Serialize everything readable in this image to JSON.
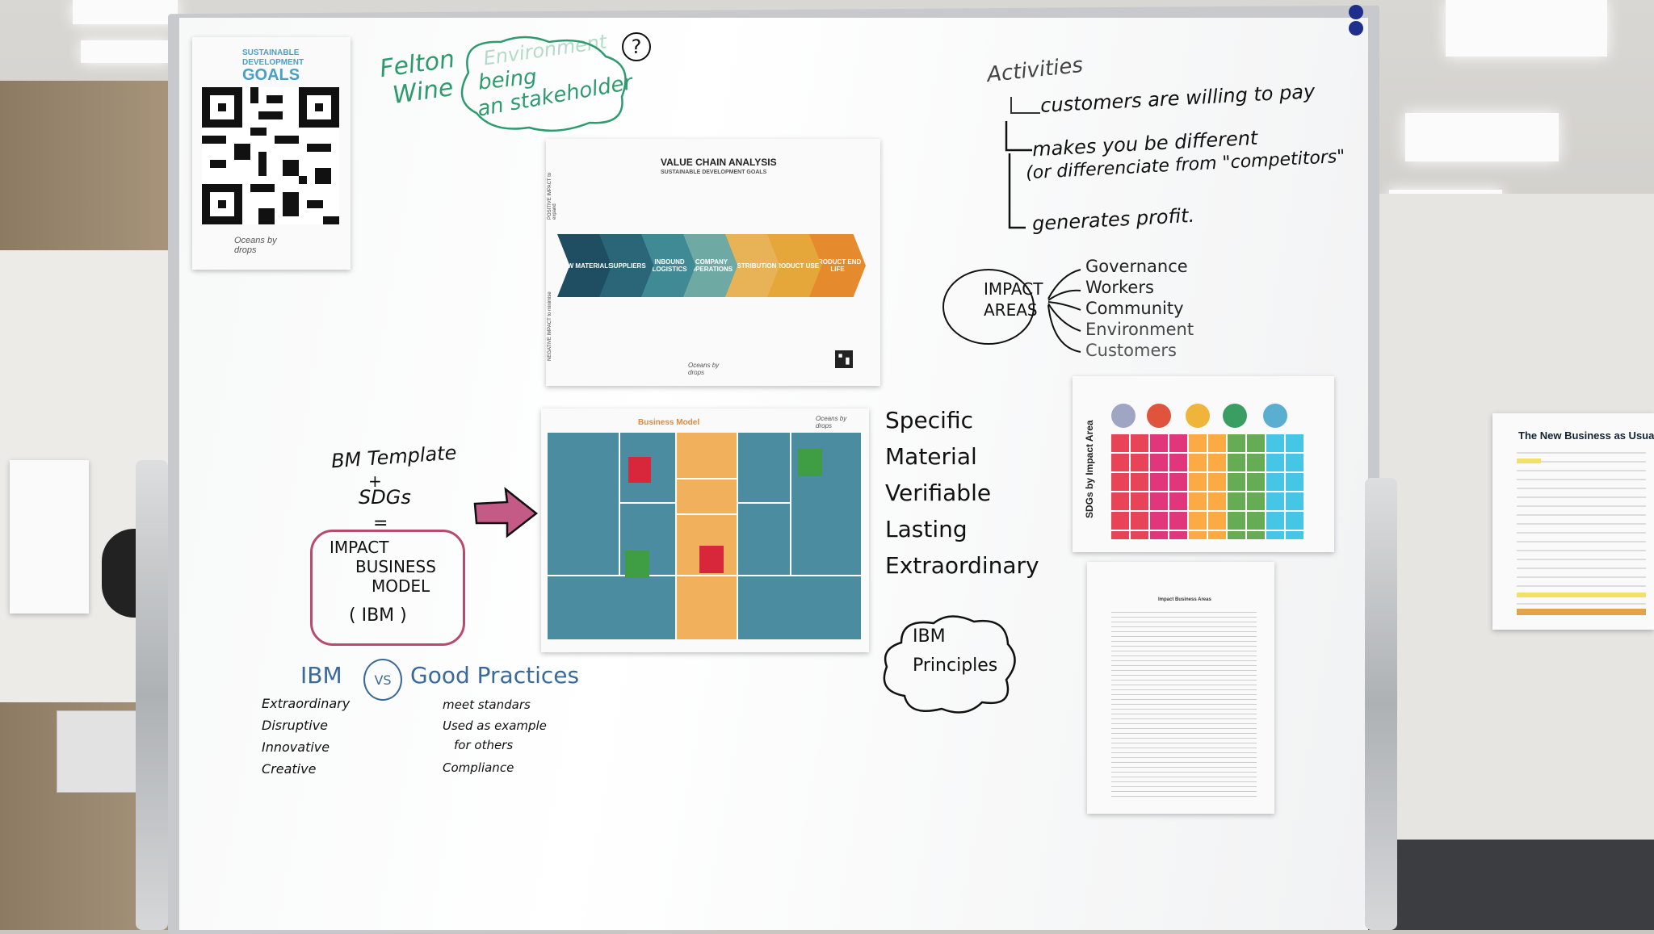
{
  "sdg_poster": {
    "header_line1": "SUSTAINABLE",
    "header_line2": "DEVELOPMENT",
    "header_line3": "GOALS",
    "footer": "Oceans by drops"
  },
  "top_notes": {
    "felton_line1": "Felton",
    "felton_line2": "Wine",
    "cloud_line1": "Environment",
    "cloud_line2": "being",
    "cloud_line3": "an stakeholder",
    "question_mark": "?"
  },
  "value_chain_poster": {
    "title": "VALUE CHAIN ANALYSIS",
    "subtitle": "SUSTAINABLE DEVELOPMENT GOALS",
    "positive_label": "POSITIVE IMPACT to expand",
    "negative_label": "NEGATIVE IMPACT to minimise",
    "stages": [
      {
        "label": "RAW MATERIALS",
        "color": "#1f4e63"
      },
      {
        "label": "SUPPLIERS",
        "color": "#2a6678"
      },
      {
        "label": "INBOUND LOGISTICS",
        "color": "#3f8a94"
      },
      {
        "label": "COMPANY OPERATIONS",
        "color": "#6fa9a3"
      },
      {
        "label": "DISTRIBUTION",
        "color": "#e8b357"
      },
      {
        "label": "PRODUCT USE",
        "color": "#e6a73a"
      },
      {
        "label": "PRODUCT END LIFE",
        "color": "#e58a2d"
      }
    ],
    "footer": "Oceans by drops"
  },
  "activities": {
    "heading": "Activities",
    "line1": "customers are willing to pay",
    "line2": "makes you be different",
    "line3": "(or differenciate from \"competitors\"",
    "line4": "generates profit."
  },
  "impact_areas": {
    "label_line1": "IMPACT",
    "label_line2": "AREAS",
    "items": [
      "Governance",
      "Workers",
      "Community",
      "Environment",
      "Customers"
    ]
  },
  "left_notes": {
    "bm_line1": "BM Template",
    "plus": "+",
    "bm_line2": "SDGs",
    "equals": "=",
    "ibm_line1": "IMPACT",
    "ibm_line2": "BUSINESS",
    "ibm_line3": "MODEL",
    "ibm_line4": "( IBM )",
    "compare_left": "IBM",
    "compare_vs": "VS",
    "compare_right": "Good Practices",
    "ibm_traits": [
      "Extraordinary",
      "Disruptive",
      "Innovative",
      "Creative"
    ],
    "gp_traits": [
      "meet standars",
      "Used as example",
      "for others",
      "Compliance"
    ]
  },
  "business_model_poster": {
    "title": "Business Model",
    "footer": "Oceans by drops"
  },
  "principles": {
    "items": [
      "Specific",
      "Material",
      "Verifiable",
      "Lasting",
      "Extraordinary"
    ],
    "cloud_line1": "IBM",
    "cloud_line2": "Principles"
  },
  "impact_area_sheet": {
    "side_title": "SDGs by Impact Area"
  },
  "text_sheet": {
    "title": "Impact Business Areas"
  },
  "right_poster": {
    "title": "The New Business as Usual"
  },
  "colors": {
    "board": "#ffffff",
    "marker_black": "#111111",
    "marker_green": "#2d9b6d",
    "marker_blue": "#3a6a9a",
    "marker_magenta": "#b84a6d"
  }
}
